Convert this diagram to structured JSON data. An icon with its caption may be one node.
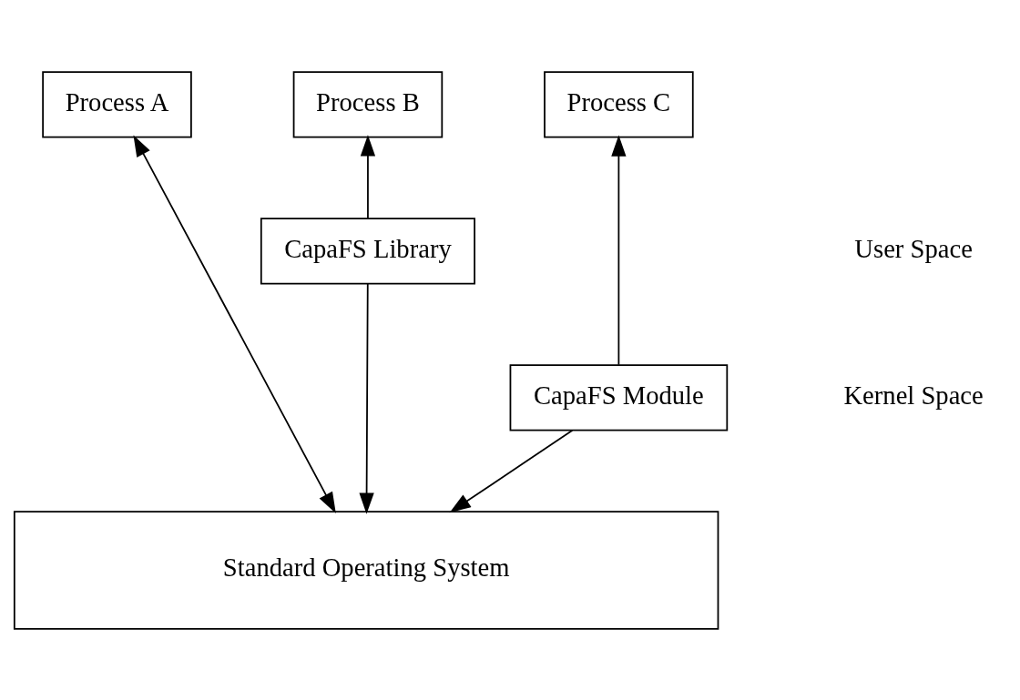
{
  "diagram": {
    "nodes": [
      {
        "text": [
          "Process A"
        ]
      },
      {
        "text": [
          "Process B"
        ]
      },
      {
        "text": [
          "Process C"
        ]
      },
      {
        "text": [
          "CapaFS Library"
        ]
      },
      {
        "text": [
          "CapaFS Module"
        ]
      },
      {
        "text": [
          "Standard Operating System"
        ]
      }
    ],
    "edges": [
      {
        "from": 0,
        "to": 5,
        "arrow": "both"
      },
      {
        "from": 3,
        "to": 1,
        "arrow": "to"
      },
      {
        "from": 3,
        "to": 5,
        "arrow": "to"
      },
      {
        "from": 4,
        "to": 2,
        "arrow": "to"
      },
      {
        "from": 4,
        "to": 5,
        "arrow": "to"
      }
    ],
    "labels": [
      "User Space",
      "Kernel Space"
    ]
  }
}
